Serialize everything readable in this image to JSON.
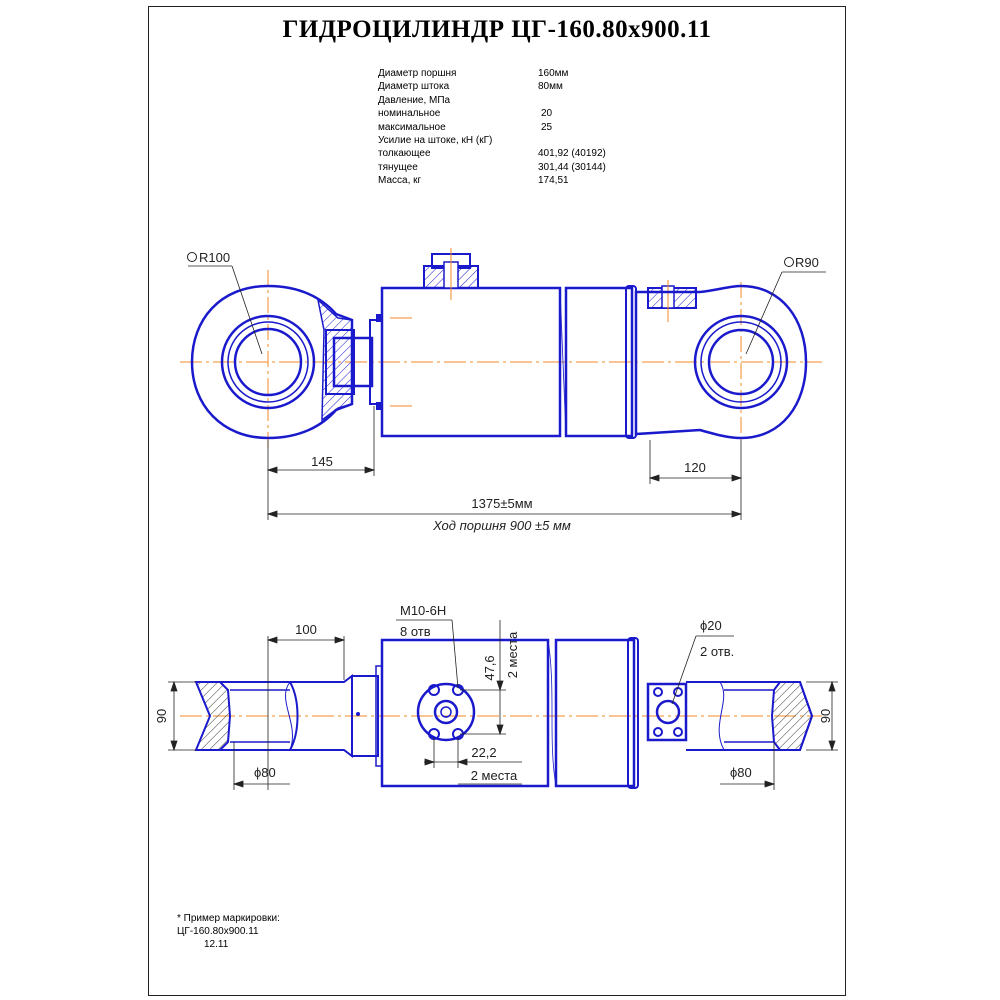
{
  "title": "ГИДРОЦИЛИНДР  ЦГ-160.80x900.11",
  "specs": [
    {
      "label": "Диаметр поршня",
      "value": "160мм"
    },
    {
      "label": "Диаметр штока",
      "value": "80мм"
    },
    {
      "label": "Давление, МПа",
      "value": ""
    },
    {
      "label": "номинальное",
      "value": "20"
    },
    {
      "label": "максимальное",
      "value": "25"
    },
    {
      "label": "Усилие на штоке, кН (кГ)",
      "value": ""
    },
    {
      "label": "толкающее",
      "value": "401,92 (40192)"
    },
    {
      "label": "тянущее",
      "value": "301,44 (30144)"
    },
    {
      "label": "Масса, кг",
      "value": "174,51"
    }
  ],
  "top_view": {
    "radius_left": "R100",
    "radius_right": "R90",
    "dim_left_eye": "145",
    "dim_right_eye": "120",
    "dim_total": "1375±5мм",
    "dim_stroke": "Ход поршня 900 ±5 мм"
  },
  "bottom_view": {
    "dim_eye_width": "100",
    "dim_height_left": "90",
    "dim_height_right": "90",
    "dim_bore_left": "ϕ80",
    "dim_bore_right": "ϕ80",
    "thread_label": "M10-6H",
    "thread_holes": "8 отв",
    "dim_vertical": "47,6",
    "dim_vertical_places": "2 места",
    "dim_horizontal": "22,2",
    "dim_horizontal_places": "2 места",
    "port_diameter": "ϕ20",
    "port_holes": "2 отв."
  },
  "marking_note": {
    "line1": "* Пример маркировки:",
    "line2": "ЦГ-160.80x900.11",
    "line3": "12.11"
  },
  "colors": {
    "outline": "#1a1acc",
    "centerline": "#f08a24",
    "hatch": "#1a1acc",
    "dimension": "#222222"
  }
}
